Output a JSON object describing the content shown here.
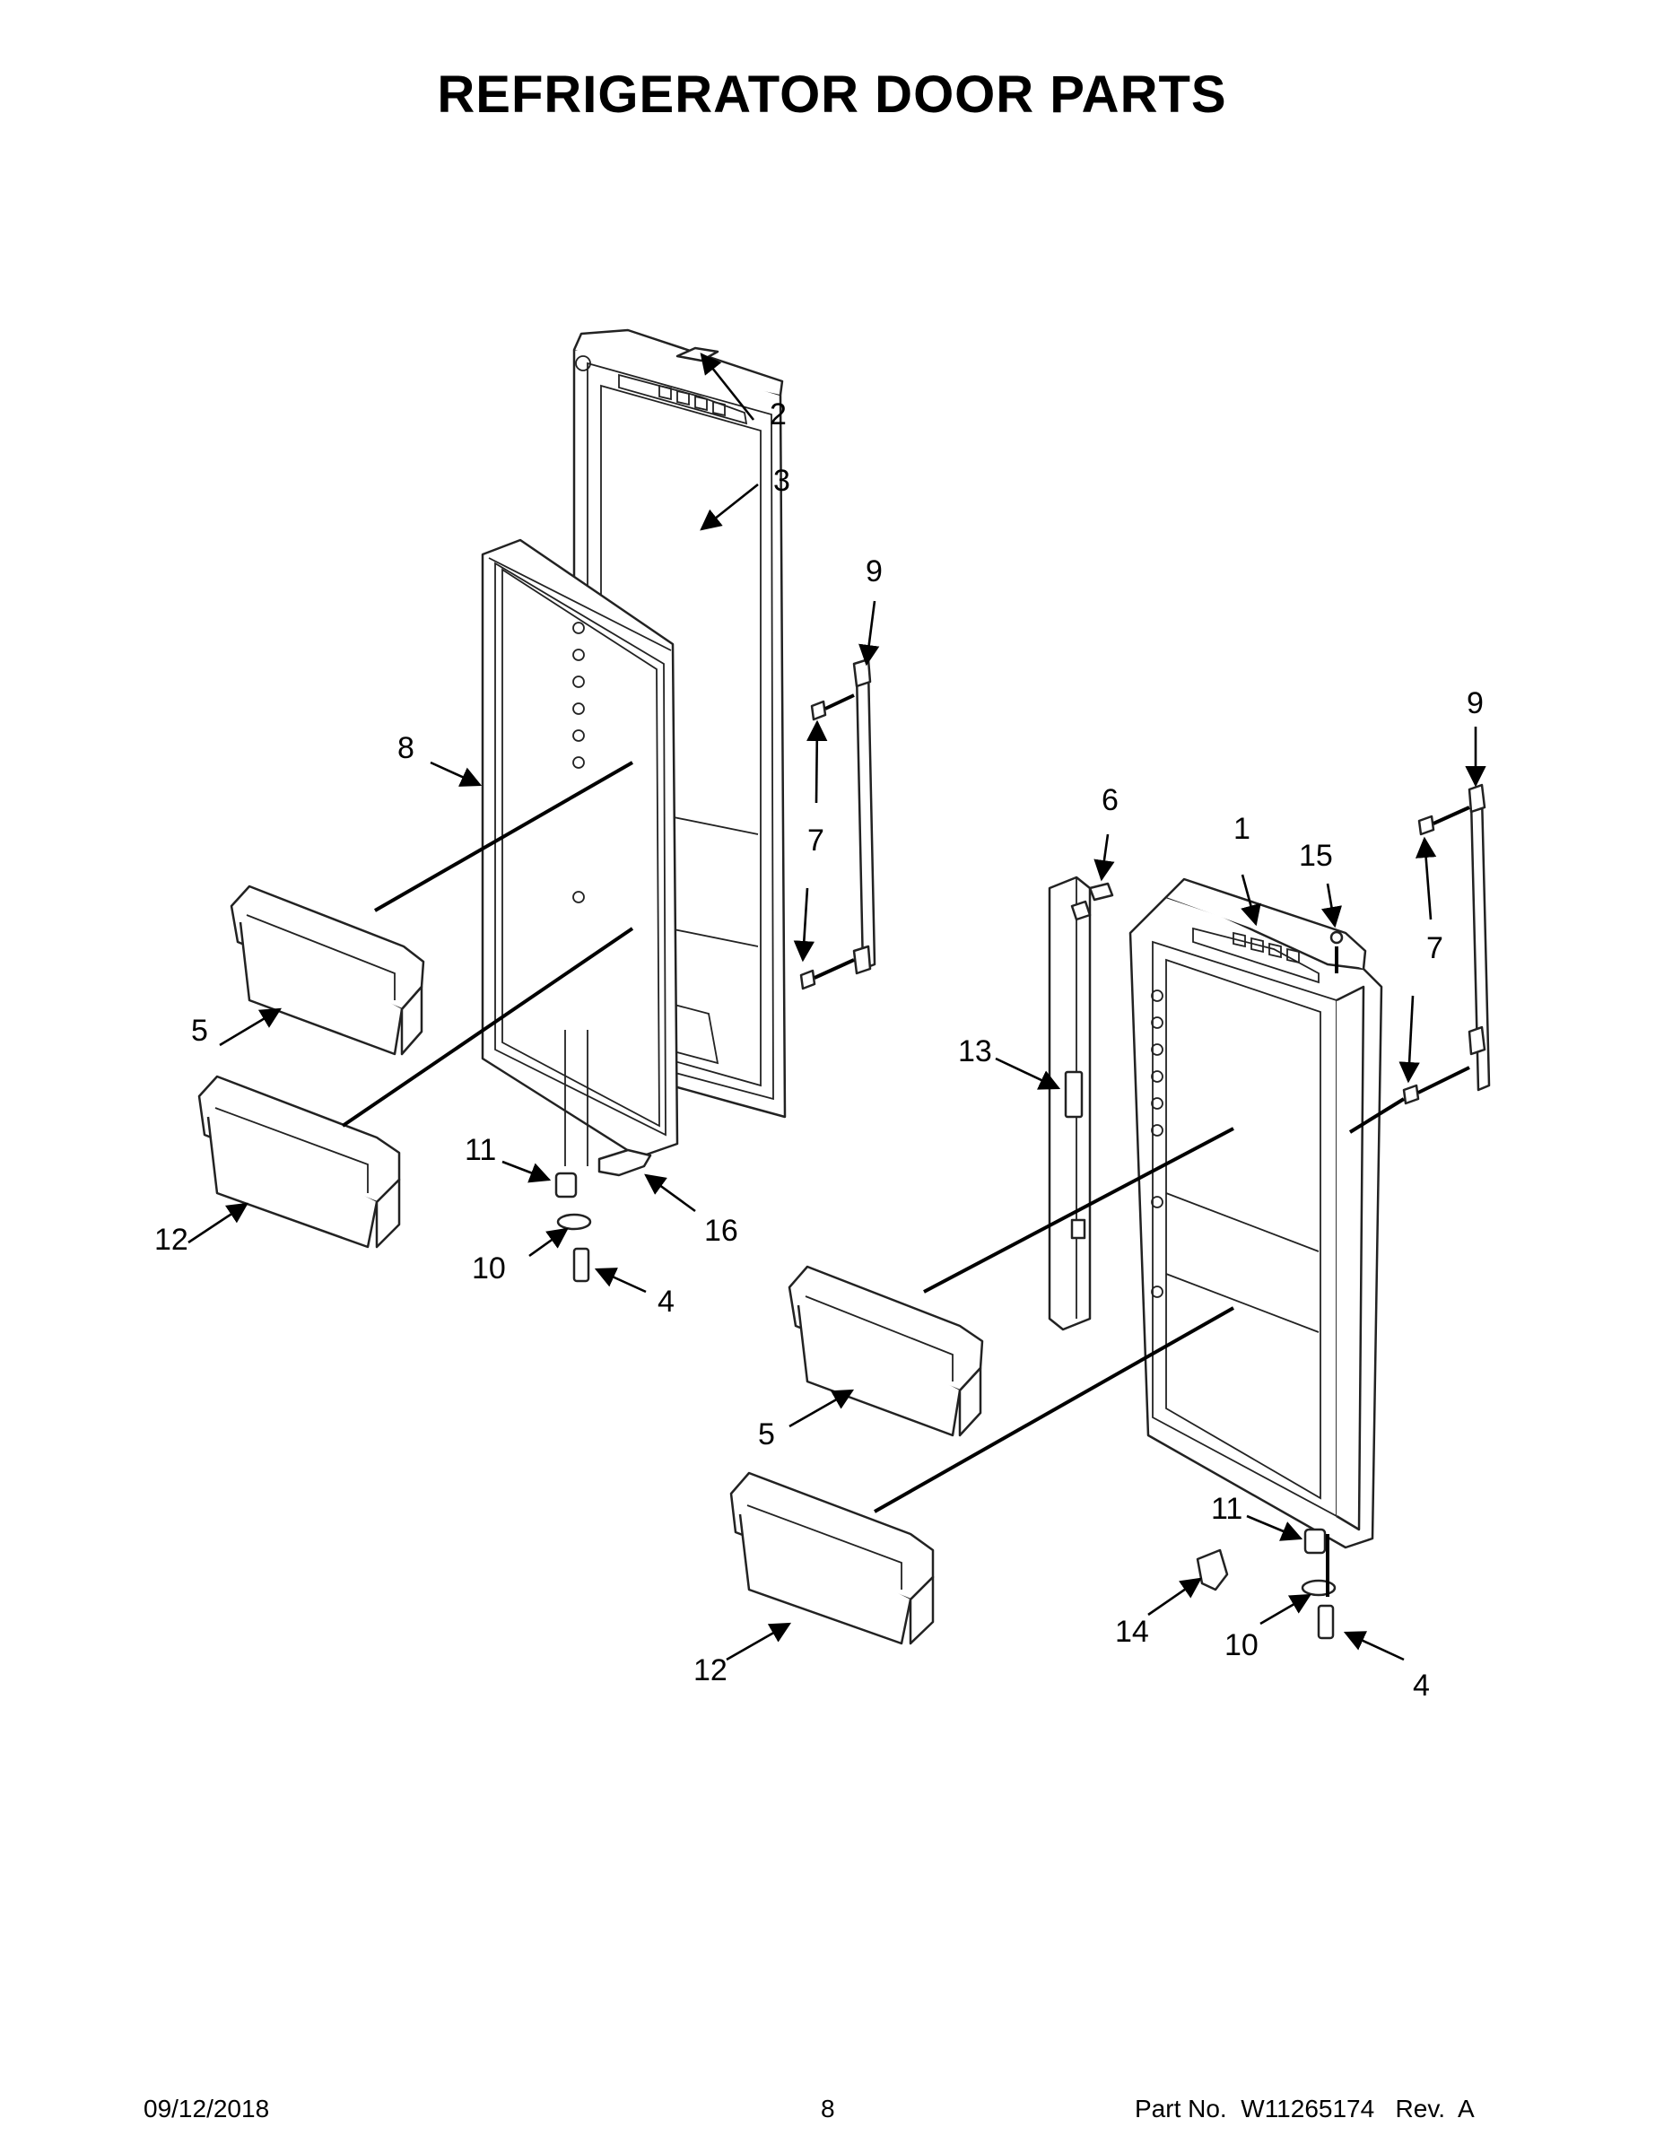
{
  "title": "REFRIGERATOR DOOR PARTS",
  "footer": {
    "date": "09/12/2018",
    "page_number": "8",
    "part_number": "Part No.  W11265174   Rev.  A"
  },
  "callouts": {
    "left_door": {
      "c2": "2",
      "c3": "3",
      "c8": "8",
      "c9": "9",
      "c7": "7",
      "c5": "5",
      "c12": "12",
      "c11": "11",
      "c16": "16",
      "c10": "10",
      "c4": "4"
    },
    "right_door": {
      "c6": "6",
      "c1": "1",
      "c15": "15",
      "c9": "9",
      "c7": "7",
      "c13": "13",
      "c5": "5",
      "c12": "12",
      "c11": "11",
      "c14": "14",
      "c10": "10",
      "c4": "4"
    }
  }
}
